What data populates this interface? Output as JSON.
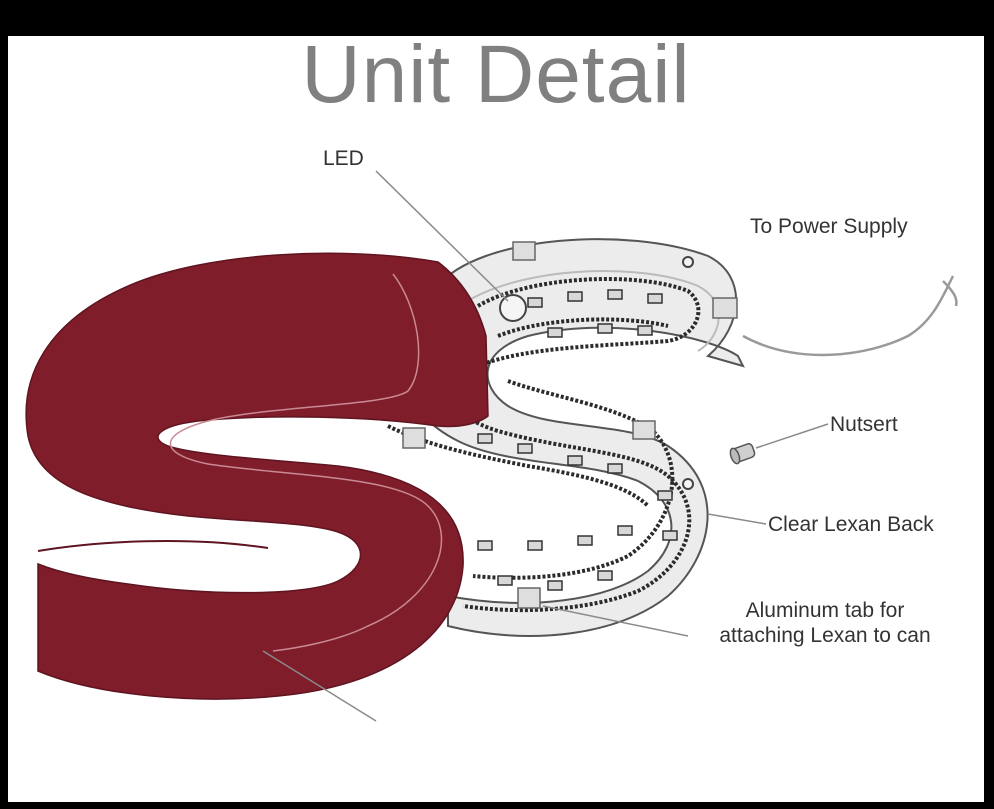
{
  "title": "Unit Detail",
  "colors": {
    "face": "#7f1d2b",
    "face_edge": "#5f1420",
    "lexan": "#ececec",
    "track": "#2b2b2b",
    "leader": "#8a8a8a",
    "text": "#333333",
    "title": "#808080"
  },
  "labels": {
    "led": "LED",
    "power": "To Power Supply",
    "nutsert": "Nutsert",
    "lexan_back": "Clear Lexan Back",
    "tab_line1": "Aluminum tab for",
    "tab_line2": "attaching Lexan to can"
  }
}
